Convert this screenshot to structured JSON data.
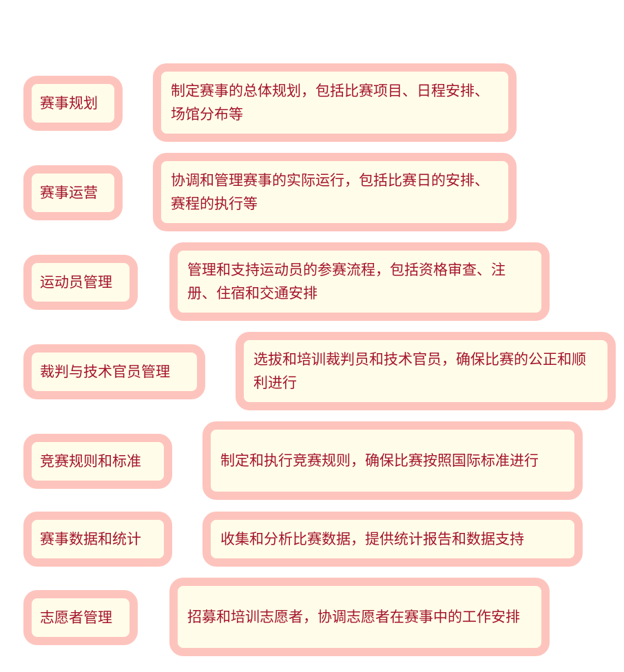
{
  "diagram": {
    "style": {
      "box_fill": "#fffde9",
      "box_border": "#fdc4bd",
      "text_color": "#a4142a",
      "background": "#ffffff"
    },
    "rows": [
      {
        "label": "赛事规划",
        "description": "制定赛事的总体规划，包括比赛项目、日程安排、场馆分布等"
      },
      {
        "label": "赛事运营",
        "description": "协调和管理赛事的实际运行，包括比赛日的安排、赛程的执行等"
      },
      {
        "label": "运动员管理",
        "description": "管理和支持运动员的参赛流程，包括资格审查、注册、住宿和交通安排"
      },
      {
        "label": "裁判与技术官员管理",
        "description": "选拔和培训裁判员和技术官员，确保比赛的公正和顺利进行"
      },
      {
        "label": "竞赛规则和标准",
        "description": "制定和执行竞赛规则，确保比赛按照国际标准进行"
      },
      {
        "label": "赛事数据和统计",
        "description": "收集和分析比赛数据，提供统计报告和数据支持"
      },
      {
        "label": "志愿者管理",
        "description": "招募和培训志愿者，协调志愿者在赛事中的工作安排"
      }
    ]
  }
}
